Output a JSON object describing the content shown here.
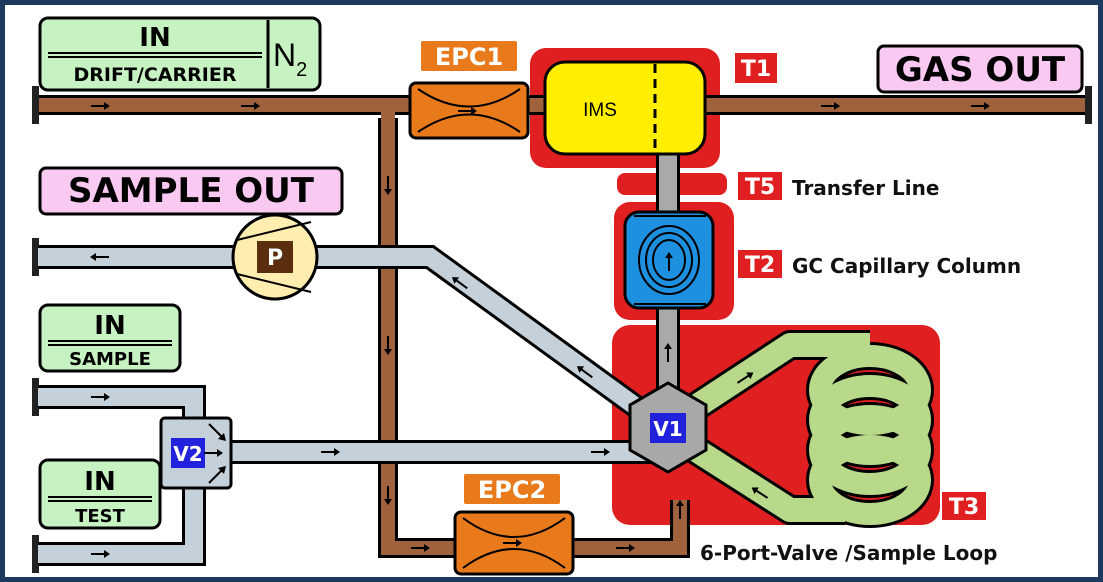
{
  "labels": {
    "in_drift_in": "IN",
    "in_drift_sub": "DRIFT/CARRIER",
    "n2": "N",
    "n2_sub": "2",
    "epc1": "EPC1",
    "epc2": "EPC2",
    "ims": "IMS",
    "t1": "T1",
    "t2": "T2",
    "t3": "T3",
    "t5": "T5",
    "gas_out": "GAS OUT",
    "sample_out": "SAMPLE OUT",
    "pump": "P",
    "transfer_line": "Transfer Line",
    "gc_column": "GC Capillary Column",
    "in_sample_in": "IN",
    "in_sample_sub": "SAMPLE",
    "in_test_in": "IN",
    "in_test_sub": "TEST",
    "v1": "V1",
    "v2": "V2",
    "valve_loop": "6-Port-Valve /Sample Loop"
  },
  "colors": {
    "frame": "#1b3a5e",
    "brown_pipe": "#a0623c",
    "grey_pipe": "#c4d0da",
    "green_loop": "#b9d98a",
    "heater_red": "#e02020",
    "epc_orange": "#e87a1c",
    "ims_yellow": "#ffee00",
    "gc_blue": "#1e90e0",
    "green_box": "#c7f3c3",
    "pink_box": "#f9c9f2",
    "valve_blue": "#2222dd",
    "pump_brown": "#5a2e0e",
    "pump_yellow": "#ffeeb0"
  }
}
